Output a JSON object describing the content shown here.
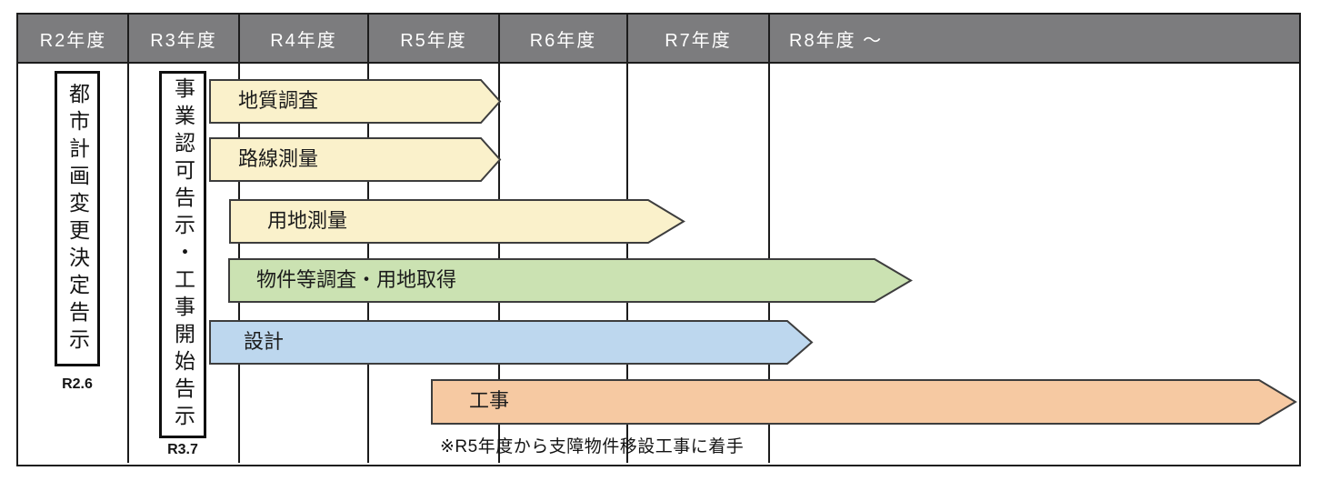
{
  "colors": {
    "header_bg": "#7C7C7E",
    "header_text": "#FFFFFF",
    "line": "#1C1C1C",
    "arrow_stroke": "#3D3D3D",
    "text": "#141414",
    "task_yellow": "#FAF1CB",
    "task_green": "#CBE2B2",
    "task_blue": "#BDD7EE",
    "task_orange": "#F6C9A2"
  },
  "header": {
    "columns": [
      {
        "label": "R2年度"
      },
      {
        "label": "R3年度"
      },
      {
        "label": "R4年度"
      },
      {
        "label": "R5年度"
      },
      {
        "label": "R6年度"
      },
      {
        "label": "R7年度"
      },
      {
        "label": "R8年度 ～"
      }
    ]
  },
  "milestones": [
    {
      "text": "都市計画変更決定告示",
      "date": "R2.6"
    },
    {
      "text": "事業認可告示・工事開始告示",
      "date": "R3.7"
    }
  ],
  "tasks": [
    {
      "label": "地質調査",
      "color": "#FAF1CB",
      "from": "R3年度後半",
      "to": "R5年度末"
    },
    {
      "label": "路線測量",
      "color": "#FAF1CB",
      "from": "R3年度後半",
      "to": "R5年度末"
    },
    {
      "label": "用地測量",
      "color": "#FAF1CB",
      "from": "R3年度末",
      "to": "R7年度前半"
    },
    {
      "label": "物件等調査・用地取得",
      "color": "#CBE2B2",
      "from": "R3年度末",
      "to": "R8年度"
    },
    {
      "label": "設計",
      "color": "#BDD7EE",
      "from": "R3年度後半",
      "to": "R8年度"
    },
    {
      "label": "工事",
      "color": "#F6C9A2",
      "from": "R5年度中盤",
      "to": "R8年度～"
    }
  ],
  "note": "※R5年度から支障物件移設工事に着手",
  "chart_data": {
    "type": "table",
    "title": "",
    "categories": [
      "R2年度",
      "R3年度",
      "R4年度",
      "R5年度",
      "R6年度",
      "R7年度",
      "R8年度～"
    ],
    "series": [
      {
        "name": "地質調査",
        "start_fy": 3.7,
        "end_fy": 6.0
      },
      {
        "name": "路線測量",
        "start_fy": 3.7,
        "end_fy": 6.0
      },
      {
        "name": "用地測量",
        "start_fy": 3.9,
        "end_fy": 7.4
      },
      {
        "name": "物件等調査・用地取得",
        "start_fy": 3.9,
        "end_fy": 9.0
      },
      {
        "name": "設計",
        "start_fy": 3.7,
        "end_fy": 8.3
      },
      {
        "name": "工事",
        "start_fy": 5.5,
        "end_fy": 12.0
      }
    ],
    "annotations": [
      "R2.6 都市計画変更決定告示",
      "R3.7 事業認可告示・工事開始告示",
      "※R5年度から支障物件移設工事に着手"
    ],
    "legend": "none",
    "grid": "vertical-year-lines"
  }
}
